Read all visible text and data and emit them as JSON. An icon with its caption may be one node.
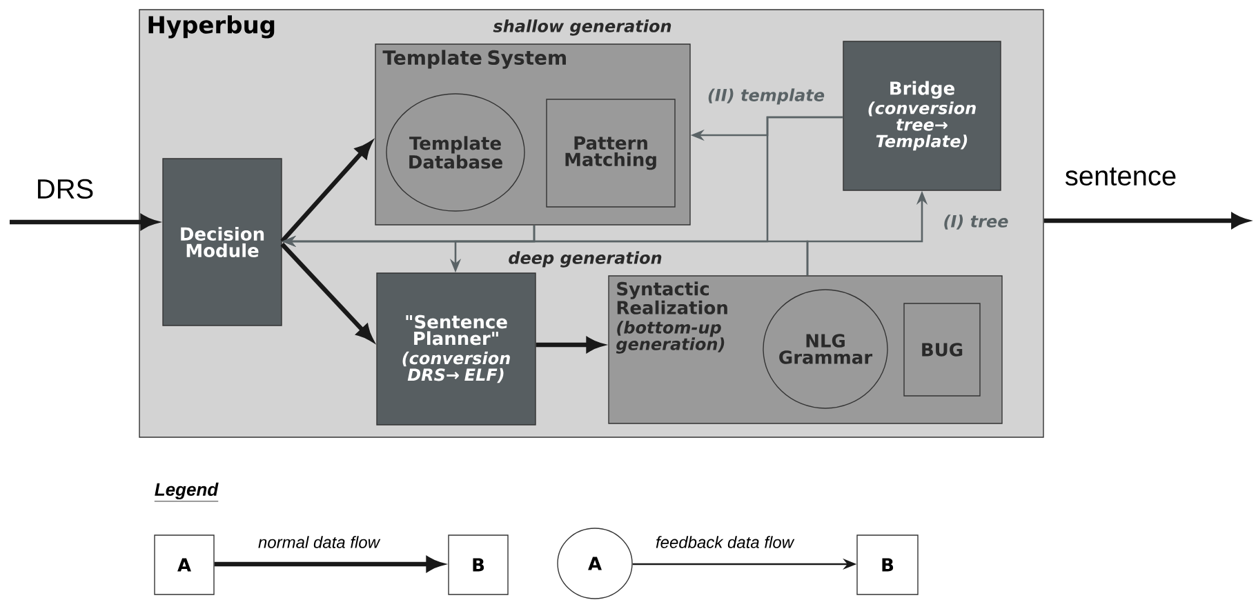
{
  "diagram": {
    "nodes": [
      {
        "text": [
          "Hyperbug"
        ]
      },
      {
        "text": [
          "Decision Module"
        ],
        "in": 0
      },
      {
        "text": [
          "Template System"
        ],
        "in": 0
      },
      {
        "text": [
          "Template Database"
        ],
        "in": 2
      },
      {
        "text": [
          "Pattern Matching"
        ],
        "in": 2
      },
      {
        "text": [
          "Bridge",
          "(conversion tree→ Template)"
        ],
        "in": 0
      },
      {
        "text": [
          "\"Sentence Planner\"",
          "(conversion DRS→ ELF)"
        ],
        "in": 0
      },
      {
        "text": [
          "Syntactic Realization",
          "(bottom-up generation)"
        ],
        "in": 0
      },
      {
        "text": [
          "NLG Grammar"
        ],
        "in": 7
      },
      {
        "text": [
          "BUG"
        ],
        "in": 7
      },
      {
        "text": [
          "A"
        ]
      },
      {
        "text": [
          "B"
        ]
      },
      {
        "text": [
          "A"
        ]
      },
      {
        "text": [
          "B"
        ]
      }
    ],
    "edges": [
      {
        "from": null,
        "to": 1,
        "arrow": "to",
        "label": "DRS",
        "style": "thick"
      },
      {
        "from": 1,
        "to": 2,
        "arrow": "to",
        "style": "thick"
      },
      {
        "from": 1,
        "to": 6,
        "arrow": "to",
        "style": "thick"
      },
      {
        "from": 6,
        "to": 7,
        "arrow": "to",
        "style": "thick"
      },
      {
        "from": 0,
        "to": null,
        "arrow": "to",
        "label": "sentence",
        "style": "thick"
      },
      {
        "from": 2,
        "to": 1,
        "arrow": "to",
        "color": "#5a6366"
      },
      {
        "from": 7,
        "to": 1,
        "arrow": "to",
        "color": "#5a6366"
      },
      {
        "from": 5,
        "to": 1,
        "arrow": "to",
        "color": "#5a6366"
      },
      {
        "from": 2,
        "to": 6,
        "arrow": "to",
        "color": "#5a6366"
      },
      {
        "from": 7,
        "to": 5,
        "arrow": "to",
        "label": "(I) tree",
        "color": "#5a6366"
      },
      {
        "from": 5,
        "to": 2,
        "arrow": "to",
        "label": "(II) template",
        "color": "#5a6366"
      },
      {
        "from": 10,
        "to": 11,
        "arrow": "to",
        "label": "normal data flow",
        "style": "thick"
      },
      {
        "from": 12,
        "to": 13,
        "arrow": "to",
        "label": "feedback data flow"
      }
    ],
    "labels": [
      "shallow generation",
      "deep generation",
      "Legend"
    ]
  }
}
